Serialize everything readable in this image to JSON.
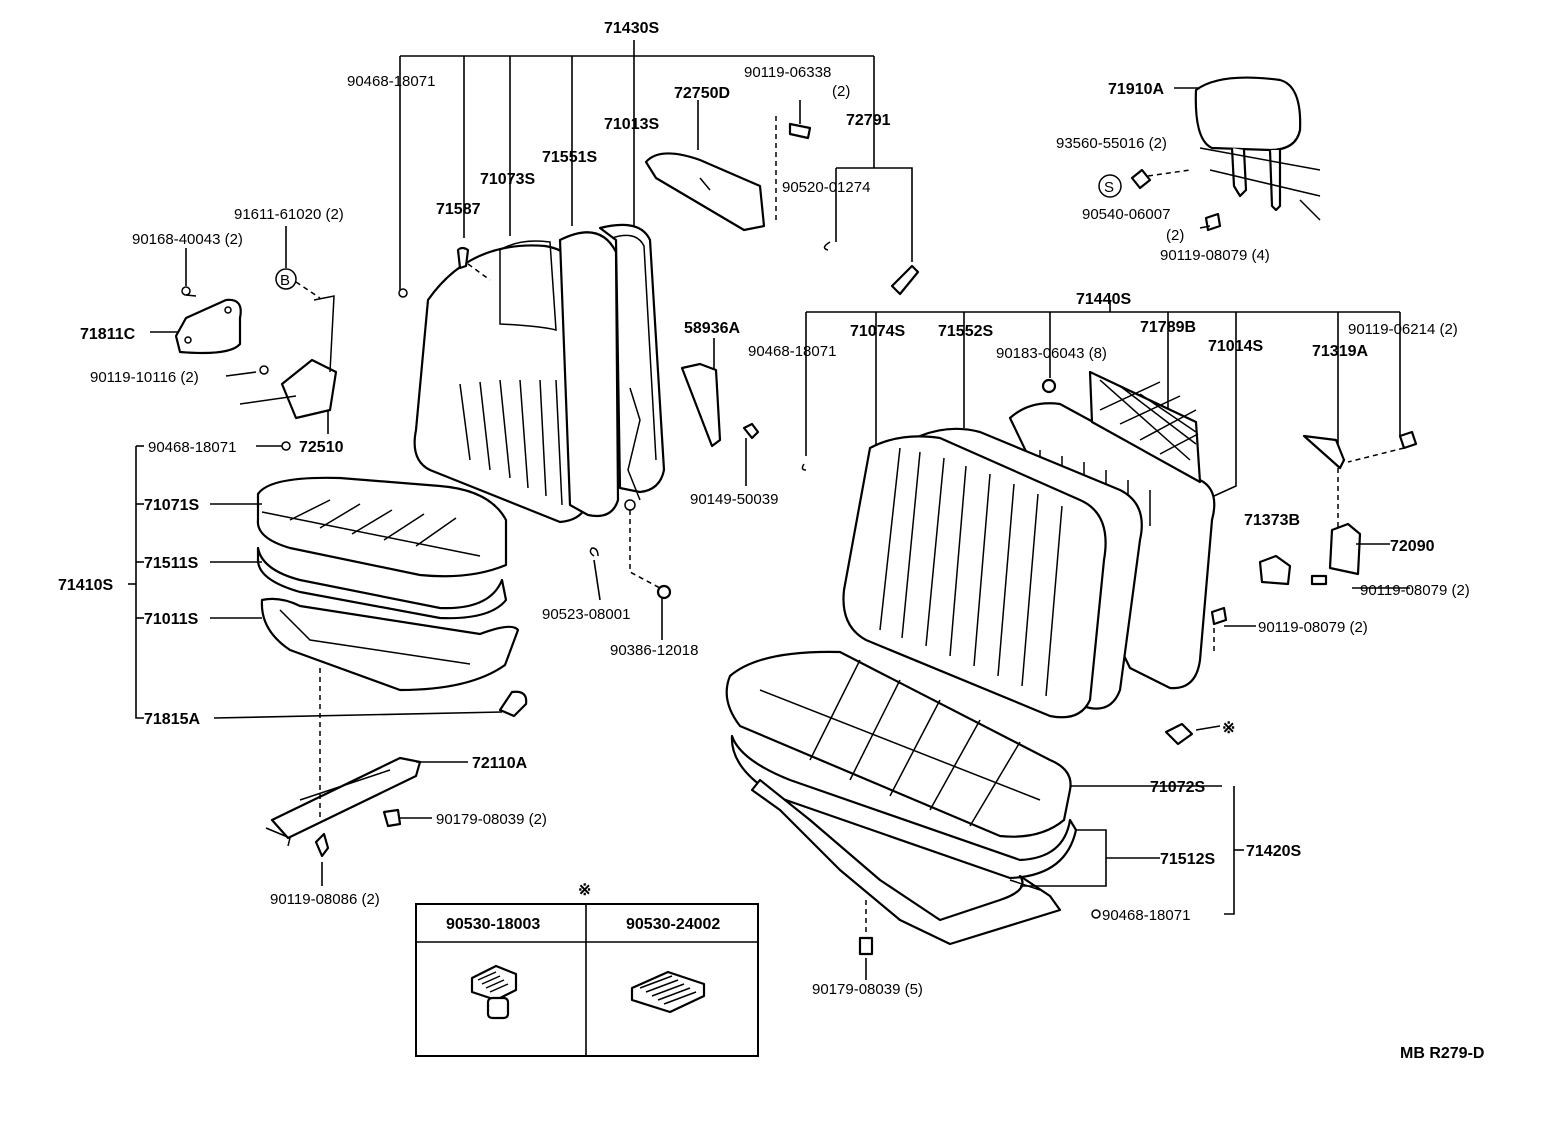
{
  "labels": {
    "a71430S": "71430S",
    "a90468_18071_top": "90468-18071",
    "a90119_06338": "90119-06338",
    "a90119_06338_qty": "(2)",
    "a72750D": "72750D",
    "a72791": "72791",
    "a71013S": "71013S",
    "a71551S": "71551S",
    "a71073S": "71073S",
    "a90520_01274": "90520-01274",
    "a71587": "71587",
    "a91611_61020": "91611-61020 (2)",
    "a90168_40043": "90168-40043 (2)",
    "a71811C": "71811C",
    "a90119_10116": "90119-10116 (2)",
    "a72510": "72510",
    "a90468_18071_left": "90468-18071",
    "a71071S": "71071S",
    "a71511S": "71511S",
    "a71410S": "71410S",
    "a71011S": "71011S",
    "a71815A": "71815A",
    "a72110A": "72110A",
    "a90179_08039_2": "90179-08039 (2)",
    "a90119_08086": "90119-08086 (2)",
    "a58936A": "58936A",
    "a90149_50039": "90149-50039",
    "a90523_08001": "90523-08001",
    "a90386_12018": "90386-12018",
    "a71910A": "71910A",
    "a93560_55016": "93560-55016 (2)",
    "a90540_06007": "90540-06007",
    "a90540_06007_qty": "(2)",
    "a90119_08079_4": "90119-08079 (4)",
    "a71440S": "71440S",
    "a90468_18071_mid": "90468-18071",
    "a71074S": "71074S",
    "a71552S": "71552S",
    "a90183_06043": "90183-06043 (8)",
    "a71789B": "71789B",
    "a71014S": "71014S",
    "a90119_06214": "90119-06214 (2)",
    "a71319A": "71319A",
    "a71373B": "71373B",
    "a72090": "72090",
    "a90119_08079_2a": "90119-08079 (2)",
    "a90119_08079_2b": "90119-08079 (2)",
    "a71072S": "71072S",
    "a71512S": "71512S",
    "a71420S": "71420S",
    "a90468_18071_right": "90468-18071",
    "a90179_08039_5": "90179-08039 (5)",
    "s_letter": "S",
    "b_letter": "B",
    "asterisk": "※",
    "ref_code": "MB R279-D"
  },
  "legend_table": {
    "headers": [
      "90530-18003",
      "90530-24002"
    ],
    "marker": "※"
  }
}
